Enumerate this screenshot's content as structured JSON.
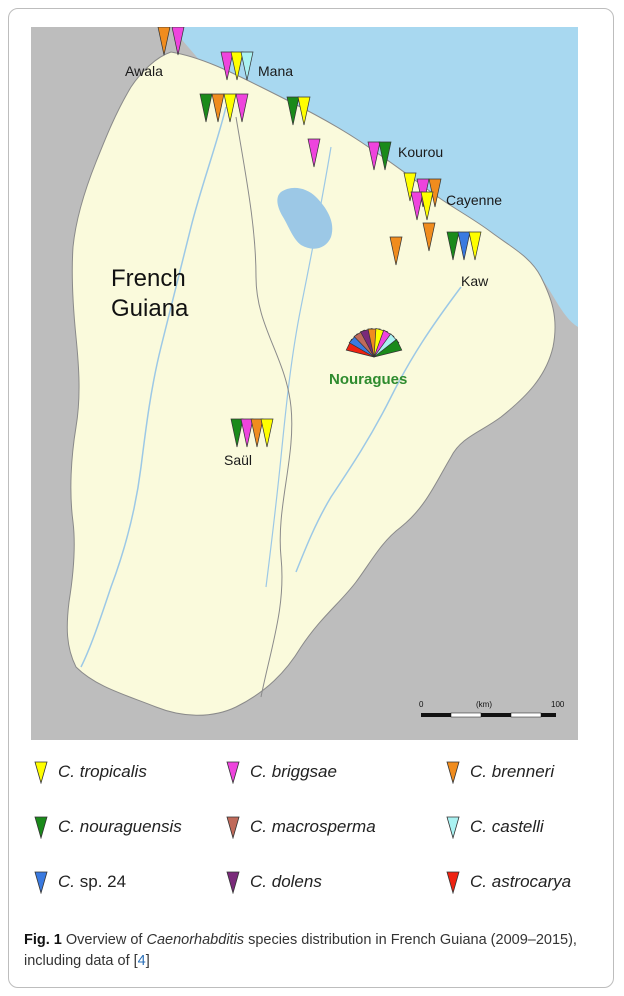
{
  "map": {
    "region_label_line1": "French",
    "region_label_line2": "Guiana",
    "places": {
      "awala": "Awala",
      "mana": "Mana",
      "kourou": "Kourou",
      "cayenne": "Cayenne",
      "kaw": "Kaw",
      "nouragues": "Nouragues",
      "saul": "Saül"
    },
    "scale": {
      "start": "0",
      "unit": "(km)",
      "end": "100"
    },
    "colors": {
      "sea": "#a8d8f0",
      "land": "#fafadc",
      "neighbour": "#bdbdbd",
      "river": "#9cc8e6",
      "border": "#8a8a8a"
    }
  },
  "legend": [
    {
      "genus": "C.",
      "species": "tropicalis",
      "color": "#ffff00"
    },
    {
      "genus": "C.",
      "species": "briggsae",
      "color": "#ee44dd"
    },
    {
      "genus": "C.",
      "species": "brenneri",
      "color": "#f08c1e"
    },
    {
      "genus": "C.",
      "species": "nouraguensis",
      "color": "#1a8a1a"
    },
    {
      "genus": "C.",
      "species": "macrosperma",
      "color": "#c06a5a"
    },
    {
      "genus": "C.",
      "species": "castelli",
      "color": "#aaf2f2"
    },
    {
      "genus": "C.",
      "species": "sp. 24",
      "color": "#3a7ae0"
    },
    {
      "genus": "C.",
      "species": "dolens",
      "color": "#7a2a7a"
    },
    {
      "genus": "C.",
      "species": "astrocarya",
      "color": "#ee2211"
    }
  ],
  "caption": {
    "fig_label": "Fig. 1",
    "text_before": "Overview of ",
    "italic": "Caenorhabditis",
    "text_after": " species distribution in French Guiana (2009–2015), including data of [",
    "ref": "4",
    "close": "]"
  }
}
